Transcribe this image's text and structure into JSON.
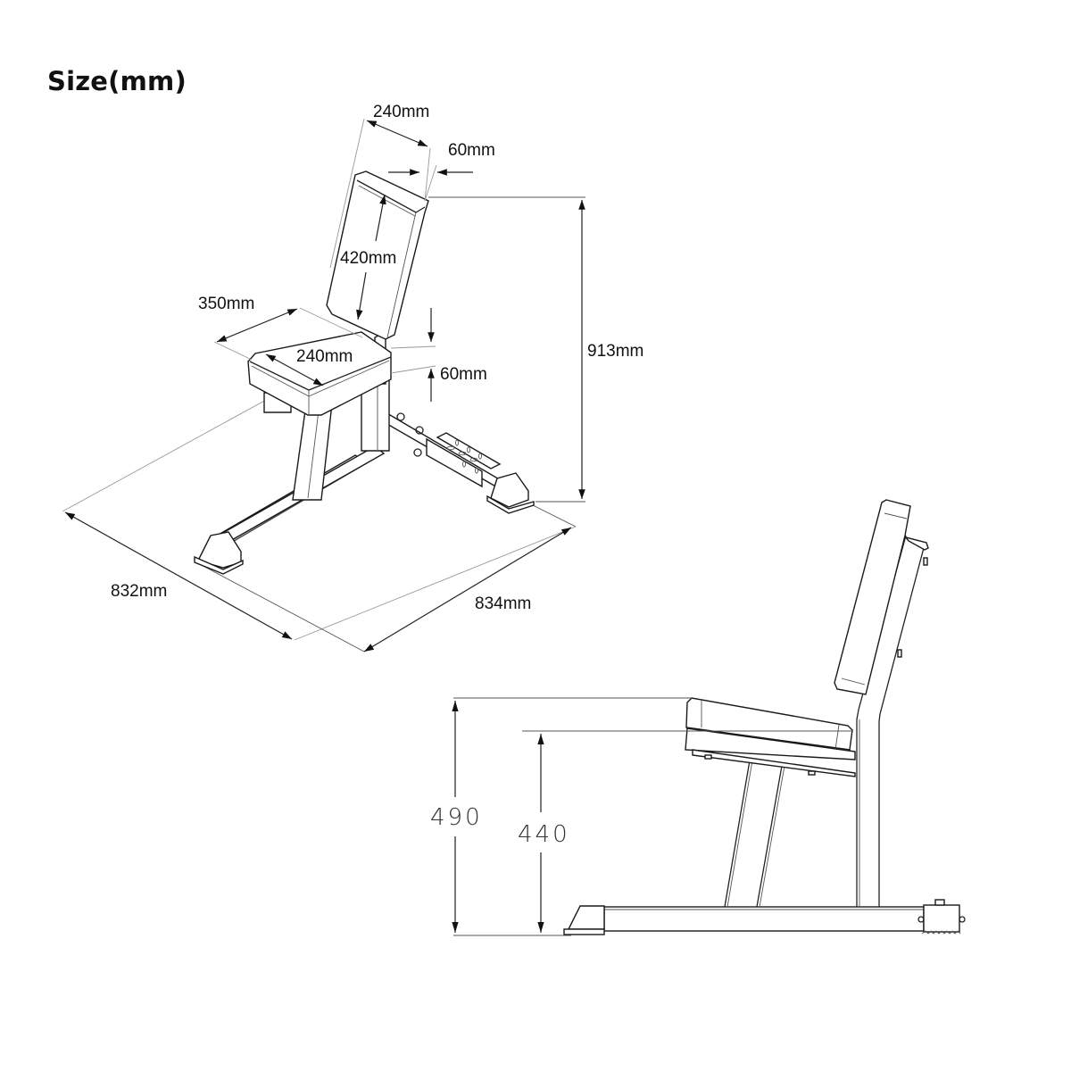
{
  "title": "Size(mm)",
  "isometric_view": {
    "backrest_width": "240mm",
    "backrest_thickness": "60mm",
    "backrest_height": "420mm",
    "seat_length": "350mm",
    "seat_width": "240mm",
    "seat_thickness": "60mm",
    "overall_height": "913mm",
    "footprint_length": "832mm",
    "footprint_width": "834mm"
  },
  "side_view": {
    "seat_top_height": "490",
    "seat_bottom_height": "440"
  }
}
